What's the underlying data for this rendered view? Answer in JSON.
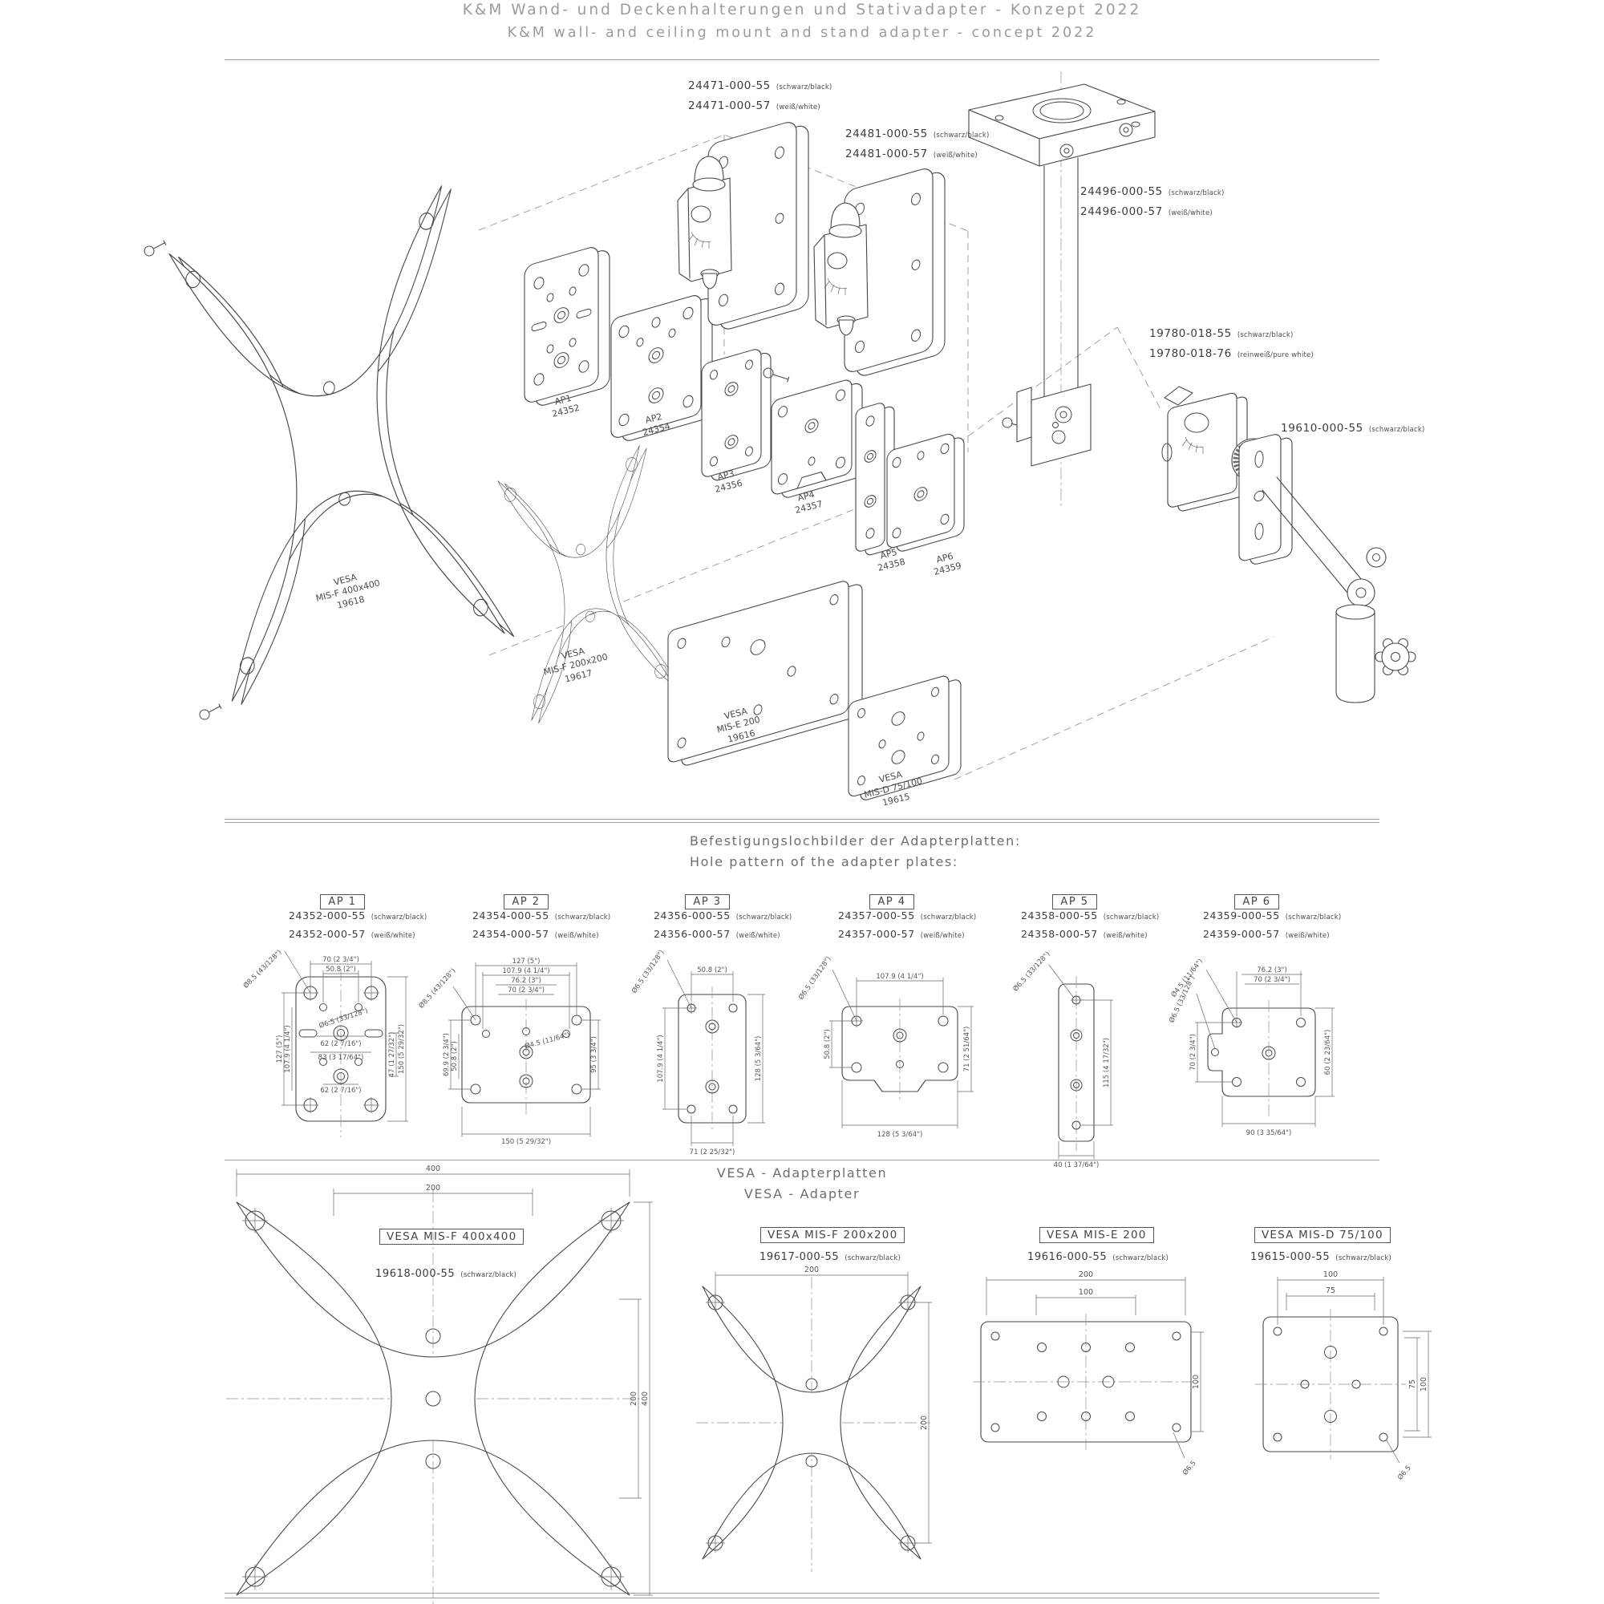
{
  "title": {
    "line1": "K&M Wand- und Deckenhalterungen und Stativadapter - Konzept 2022",
    "line2": "K&M wall- and ceiling mount and stand adapter - concept 2022"
  },
  "exploded": {
    "products": {
      "b24471": {
        "pn1": "24471-000-55",
        "note1": "(schwarz/black)",
        "pn2": "24471-000-57",
        "note2": "(weiß/white)"
      },
      "b24481": {
        "pn1": "24481-000-55",
        "note1": "(schwarz/black)",
        "pn2": "24481-000-57",
        "note2": "(weiß/white)"
      },
      "b24496": {
        "pn1": "24496-000-55",
        "note1": "(schwarz/black)",
        "pn2": "24496-000-57",
        "note2": "(weiß/white)"
      },
      "b19780": {
        "pn1": "19780-018-55",
        "note1": "(schwarz/black)",
        "pn2": "19780-018-76",
        "note2": "(reinweiß/pure white)"
      },
      "b19610": {
        "pn1": "19610-000-55",
        "note1": "(schwarz/black)"
      }
    },
    "ap_tags": [
      {
        "name": "AP1",
        "num": "24352"
      },
      {
        "name": "AP2",
        "num": "24354"
      },
      {
        "name": "AP3",
        "num": "24356"
      },
      {
        "name": "AP4",
        "num": "24357"
      },
      {
        "name": "AP5",
        "num": "24358"
      },
      {
        "name": "AP6",
        "num": "24359"
      }
    ],
    "vesa_tags": [
      {
        "l1": "VESA",
        "l2": "MIS-F 400x400",
        "l3": "19618"
      },
      {
        "l1": "VESA",
        "l2": "MIS-F 200x200",
        "l3": "19617"
      },
      {
        "l1": "VESA",
        "l2": "MIS-E 200",
        "l3": "19616"
      },
      {
        "l1": "VESA",
        "l2": "MIS-D 75/100",
        "l3": "19615"
      }
    ]
  },
  "holes": {
    "heading_de": "Befestigungslochbilder der Adapterplatten:",
    "heading_en": "Hole pattern of the adapter plates:",
    "plates": [
      {
        "label": "AP 1",
        "pn1": "24352-000-55",
        "note1": "(schwarz/black)",
        "pn2": "24352-000-57",
        "note2": "(weiß/white)",
        "dims": {
          "t1": "70 (2 3/4\")",
          "t2": "50.8 (2\")",
          "d1": "Ø8.5 (43/128\")",
          "d2": "Ø6.5 (33/128\")",
          "m1": "62 (2 7/16\")",
          "m2": "83 (3 17/64\")",
          "m3": "62 (2 7/16\")",
          "l1": "127 (5\")",
          "l2": "107.9 (4 1/4\")",
          "r1": "47 (1 27/32\")",
          "r2": "150 (5 29/32\")"
        }
      },
      {
        "label": "AP 2",
        "pn1": "24354-000-55",
        "note1": "(schwarz/black)",
        "pn2": "24354-000-57",
        "note2": "(weiß/white)",
        "dims": {
          "t1": "127 (5\")",
          "t2": "107.9 (4 1/4\")",
          "t3": "76.2 (3\")",
          "t4": "70 (2 3/4\")",
          "d1": "Ø8.5 (43/128\")",
          "d2": "Ø4.5 (11/64\")",
          "l1": "69.9 (2 3/4\")",
          "l2": "50.8 (2\")",
          "r1": "95 (3 3/4\")",
          "b1": "150 (5 29/32\")"
        }
      },
      {
        "label": "AP 3",
        "pn1": "24356-000-55",
        "note1": "(schwarz/black)",
        "pn2": "24356-000-57",
        "note2": "(weiß/white)",
        "dims": {
          "t1": "50.8 (2\")",
          "d1": "Ø6.5 (33/128\")",
          "l1": "107.9 (4 1/4\")",
          "r1": "128 (5 3/64\")",
          "b1": "71 (2 25/32\")"
        }
      },
      {
        "label": "AP 4",
        "pn1": "24357-000-55",
        "note1": "(schwarz/black)",
        "pn2": "24357-000-57",
        "note2": "(weiß/white)",
        "dims": {
          "t1": "107.9 (4 1/4\")",
          "d1": "Ø6.5 (33/128\")",
          "l1": "50.8 (2\")",
          "r1": "71 (2 51/64\")",
          "b1": "128 (5 3/64\")"
        }
      },
      {
        "label": "AP 5",
        "pn1": "24358-000-55",
        "note1": "(schwarz/black)",
        "pn2": "24358-000-57",
        "note2": "(weiß/white)",
        "dims": {
          "d1": "Ø6.5 (33/128\")",
          "r1": "115 (4 17/32\")",
          "b1": "40 (1 37/64\")"
        }
      },
      {
        "label": "AP 6",
        "pn1": "24359-000-55",
        "note1": "(schwarz/black)",
        "pn2": "24359-000-57",
        "note2": "(weiß/white)",
        "dims": {
          "t1": "76.2 (3\")",
          "t2": "70 (2 3/4\")",
          "d1": "Ø4.5 (11/64\")",
          "d2": "Ø6.5 (33/128\")",
          "l1": "70 (2 3/4\")",
          "r1": "60 (2 23/64\")",
          "b1": "90 (3 35/64\")"
        }
      }
    ]
  },
  "vesa": {
    "heading_de": "VESA - Adapterplatten",
    "heading_en": "VESA - Adapter",
    "items": [
      {
        "box": "VESA MIS-F 400x400",
        "pn": "19618-000-55",
        "note": "(schwarz/black)",
        "dims": {
          "t1": "400",
          "t2": "200",
          "r1": "200",
          "r2": "400"
        }
      },
      {
        "box": "VESA MIS-F 200x200",
        "pn": "19617-000-55",
        "note": "(schwarz/black)",
        "dims": {
          "t1": "200",
          "r1": "200"
        }
      },
      {
        "box": "VESA MIS-E 200",
        "pn": "19616-000-55",
        "note": "(schwarz/black)",
        "dims": {
          "t1": "200",
          "t2": "100",
          "r1": "100",
          "d1": "Ø6.5"
        }
      },
      {
        "box": "VESA MIS-D 75/100",
        "pn": "19615-000-55",
        "note": "(schwarz/black)",
        "dims": {
          "t1": "100",
          "t2": "75",
          "r1": "75",
          "r2": "100",
          "d1": "Ø6.5"
        }
      }
    ]
  }
}
